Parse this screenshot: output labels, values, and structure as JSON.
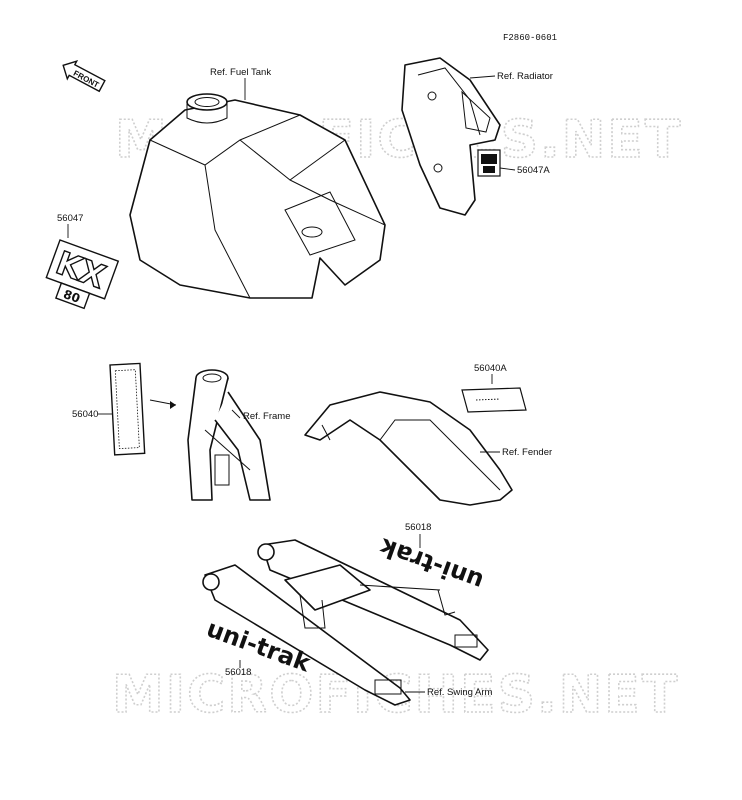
{
  "diagram_code": "F2860-0601",
  "watermark": "MICROFICHES.NET",
  "front_arrow": "FRONT",
  "labels": {
    "fuel_tank": "Ref. Fuel Tank",
    "radiator": "Ref. Radiator",
    "frame": "Ref. Frame",
    "fender": "Ref. Fender",
    "swing_arm": "Ref. Swing Arm"
  },
  "parts": {
    "p56047": "56047",
    "p56047a": "56047A",
    "p56040": "56040",
    "p56040a": "56040A",
    "p56018_top": "56018",
    "p56018_bottom": "56018"
  },
  "decals": {
    "kx": "KX",
    "kx80": "80",
    "unitrak": "uni-trak"
  }
}
